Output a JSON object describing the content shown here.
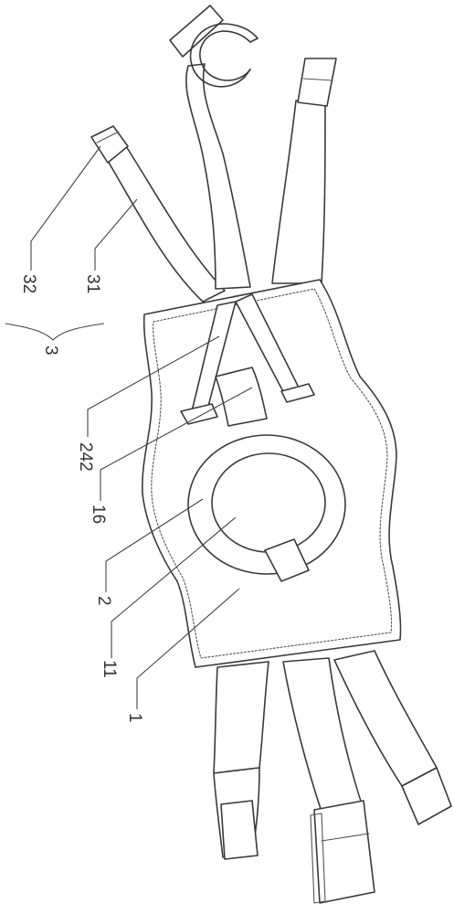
{
  "labels": {
    "l32": "32",
    "l31": "31",
    "l3": "3",
    "l242": "242",
    "l16": "16",
    "l2": "2",
    "l11": "11",
    "l1": "1"
  }
}
